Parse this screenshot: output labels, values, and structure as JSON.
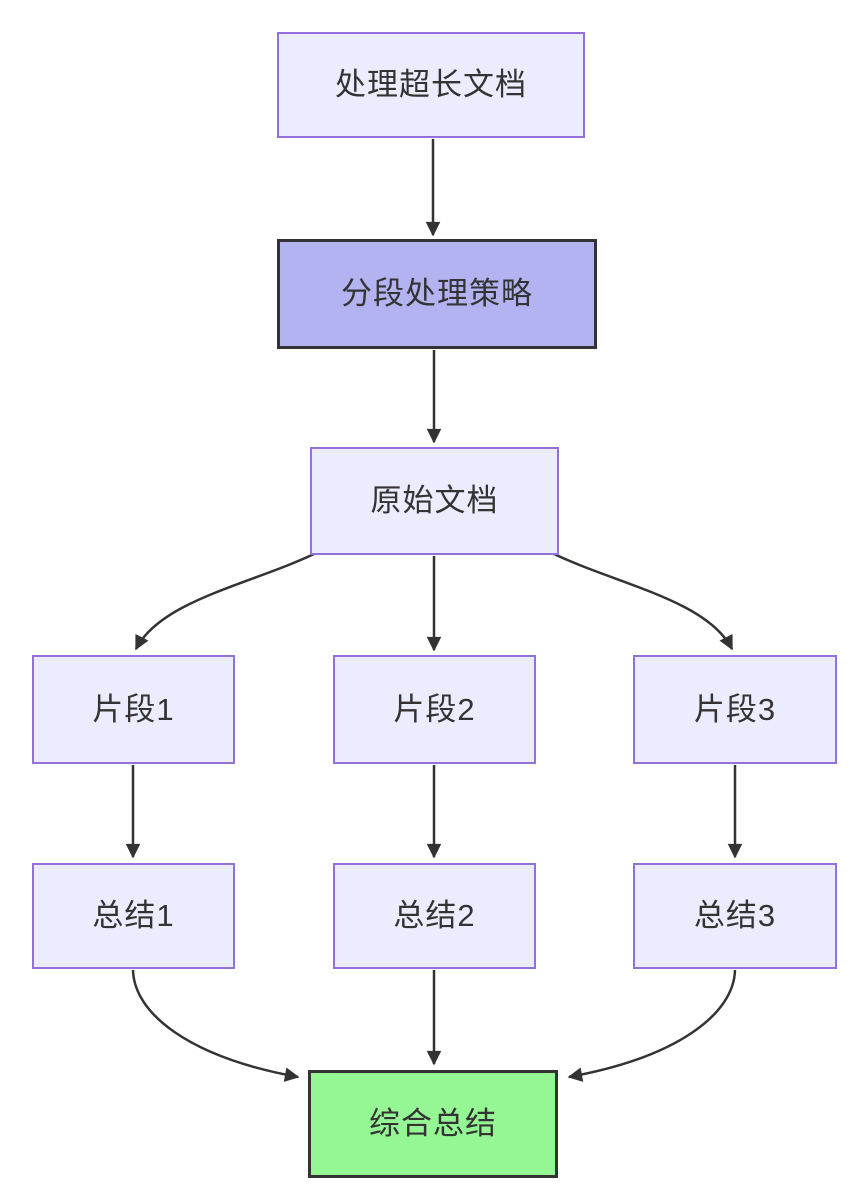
{
  "diagram": {
    "type": "flowchart",
    "direction": "top-down",
    "nodes": {
      "A": {
        "label": "处理超长文档",
        "style": "default"
      },
      "B": {
        "label": "分段处理策略",
        "style": "highlight"
      },
      "C": {
        "label": "原始文档",
        "style": "default"
      },
      "D1": {
        "label": "片段1",
        "style": "default"
      },
      "D2": {
        "label": "片段2",
        "style": "default"
      },
      "D3": {
        "label": "片段3",
        "style": "default"
      },
      "E1": {
        "label": "总结1",
        "style": "default"
      },
      "E2": {
        "label": "总结2",
        "style": "default"
      },
      "E3": {
        "label": "总结3",
        "style": "default"
      },
      "F": {
        "label": "综合总结",
        "style": "success"
      }
    },
    "edges": [
      {
        "from": "A",
        "to": "B"
      },
      {
        "from": "B",
        "to": "C"
      },
      {
        "from": "C",
        "to": "D1"
      },
      {
        "from": "C",
        "to": "D2"
      },
      {
        "from": "C",
        "to": "D3"
      },
      {
        "from": "D1",
        "to": "E1"
      },
      {
        "from": "D2",
        "to": "E2"
      },
      {
        "from": "D3",
        "to": "E3"
      },
      {
        "from": "E1",
        "to": "F"
      },
      {
        "from": "E2",
        "to": "F"
      },
      {
        "from": "E3",
        "to": "F"
      }
    ],
    "colors": {
      "background": "#ffffff",
      "node_fill": "#ECECFF",
      "node_border": "#9370DB",
      "highlight_fill": "#b3b3f1",
      "highlight_border": "#333333",
      "success_fill": "#94f794",
      "success_border": "#333333",
      "edge": "#333333",
      "text": "#333333"
    }
  }
}
